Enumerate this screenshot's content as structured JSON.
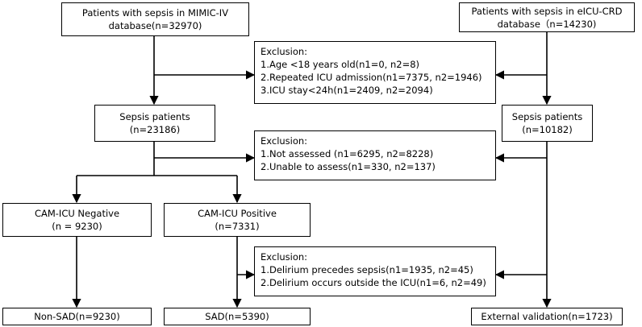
{
  "boxes": {
    "mimic": {
      "line1": "Patients with sepsis in MIMIC-IV",
      "line2": "database(n=32970)"
    },
    "eicu": {
      "line1": "Patients with sepsis in eICU-CRD",
      "line2": "database（n=14230)"
    },
    "exclusion1": {
      "heading": "Exclusion:",
      "items": [
        "1.Age <18 years old(n1=0, n2=8)",
        "2.Repeated ICU admission(n1=7375, n2=1946)",
        "3.ICU stay<24h(n1=2409, n2=2094)"
      ]
    },
    "sepsis_mimic": {
      "line1": "Sepsis patients",
      "line2": "(n=23186)"
    },
    "sepsis_eicu": {
      "line1": "Sepsis patients",
      "line2": "(n=10182)"
    },
    "exclusion2": {
      "heading": "Exclusion:",
      "items": [
        "1.Not assessed (n1=6295, n2=8228)",
        "2.Unable to assess(n1=330, n2=137)"
      ]
    },
    "cam_negative": {
      "line1": "CAM-ICU Negative",
      "line2": "(n = 9230)"
    },
    "cam_positive": {
      "line1": "CAM-ICU  Positive",
      "line2": "(n=7331)"
    },
    "exclusion3": {
      "heading": "Exclusion:",
      "items": [
        "1.Delirium precedes sepsis(n1=1935, n2=45)",
        "2.Delirium occurs outside the ICU(n1=6, n2=49)"
      ]
    },
    "non_sad": {
      "label": "Non-SAD(n=9230)"
    },
    "sad": {
      "label": "SAD(n=5390)"
    },
    "external": {
      "label": "External validation(n=1723)"
    }
  }
}
